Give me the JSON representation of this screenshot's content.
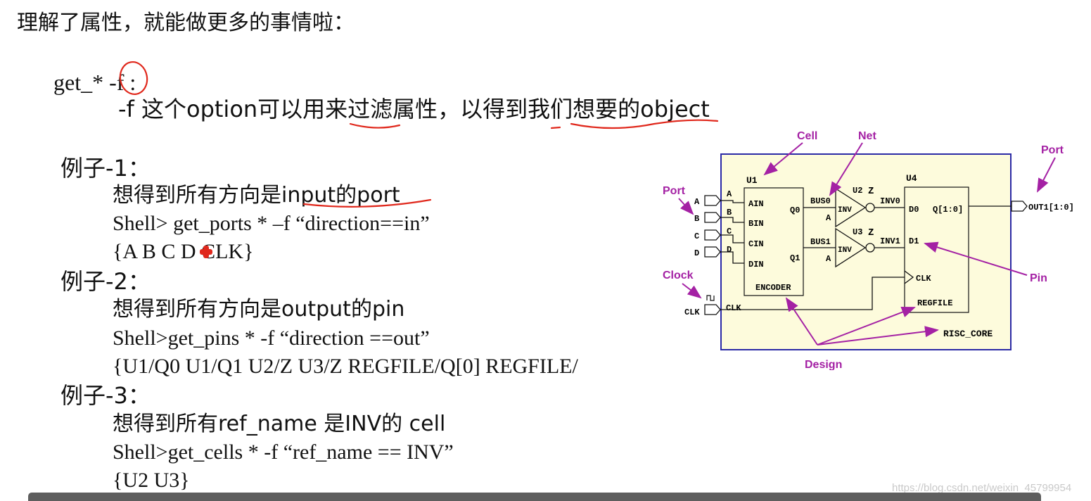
{
  "heading": "理解了属性，就能做更多的事情啦：",
  "section": {
    "command": "get_* -f :",
    "description": "-f 这个option可以用来过滤属性，以得到我们想要的object"
  },
  "examples": [
    {
      "title": "例子-1：",
      "desc": "想得到所有方向是input的port",
      "cmd": "Shell> get_ports * –f “direction==in”",
      "result": "{A B C D CLK}"
    },
    {
      "title": "例子-2：",
      "desc": "想得到所有方向是output的pin",
      "cmd": "Shell>get_pins * -f “direction ==out”",
      "result": "{U1/Q0 U1/Q1 U2/Z U3/Z REGFILE/Q[0] REGFILE/"
    },
    {
      "title": "例子-3：",
      "desc": "想得到所有ref_name 是INV的 cell",
      "cmd": "Shell>get_cells * -f “ref_name == INV”",
      "result": "{U2 U3}"
    }
  ],
  "diagram": {
    "callouts": {
      "cell": "Cell",
      "net": "Net",
      "port_left": "Port",
      "port_right": "Port",
      "clock": "Clock",
      "pin": "Pin",
      "design": "Design"
    },
    "input_ports": [
      "A",
      "B",
      "C",
      "D"
    ],
    "clk_port": "CLK",
    "clk_wire": "CLK",
    "output_port": "OUT1[1:0]",
    "u1": {
      "name": "U1",
      "inputs": [
        "AIN",
        "BIN",
        "CIN",
        "DIN"
      ],
      "wire_labels": [
        "A",
        "B",
        "C",
        "D"
      ],
      "outputs": [
        "Q0",
        "Q1"
      ],
      "type": "ENCODER"
    },
    "u2": {
      "name": "U2",
      "out": "Z",
      "type": "INV",
      "in": "A"
    },
    "u3": {
      "name": "U3",
      "out": "Z",
      "type": "INV",
      "in": "A"
    },
    "nets": [
      "BUS0",
      "BUS1",
      "INV0",
      "INV1"
    ],
    "u4": {
      "name": "U4",
      "pins": [
        "D0",
        "D1",
        "CLK",
        "Q[1:0]"
      ],
      "type": "REGFILE"
    },
    "top_design": "RISC_CORE",
    "colors": {
      "background": "#fdfbdc",
      "border": "#2b2aa6",
      "callout": "#a421a4"
    }
  },
  "watermark": "https://blog.csdn.net/weixin_45799954",
  "annotation_color": "#e0281c"
}
